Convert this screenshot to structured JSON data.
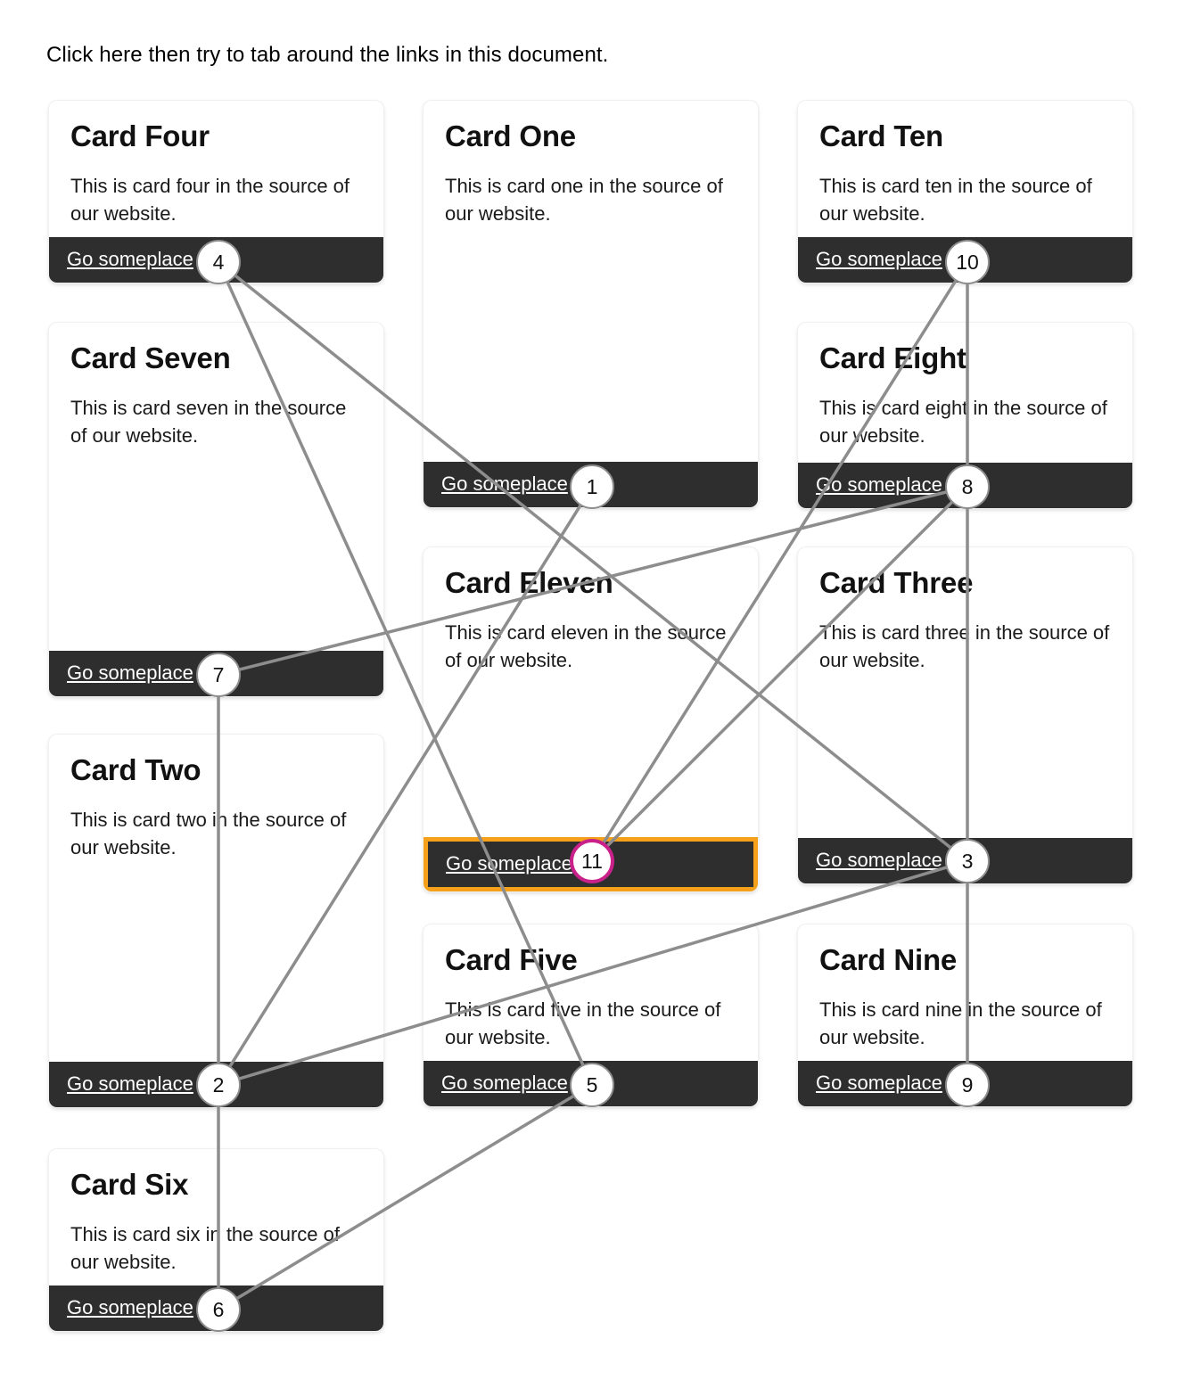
{
  "page": {
    "intro": "Click here then try to tab around the links in this document.",
    "link_label": "Go someplace",
    "accent_focus_outline": "#F5A01B",
    "accent_current_dot": "#C9208A",
    "line_color": "#8d8d8d",
    "link_bar_color": "#2e2e2e"
  },
  "cards": [
    {
      "id": "four",
      "title": "Card Four",
      "body": "This is card four in the source of our website.",
      "link": "Go someplace",
      "tab": "4",
      "focused": false
    },
    {
      "id": "seven",
      "title": "Card Seven",
      "body": "This is card seven in the source of our website.",
      "link": "Go someplace",
      "tab": "7",
      "focused": false
    },
    {
      "id": "two",
      "title": "Card Two",
      "body": "This is card two in the source of our website.",
      "link": "Go someplace",
      "tab": "2",
      "focused": false
    },
    {
      "id": "six",
      "title": "Card Six",
      "body": "This is card six in the source of our website.",
      "link": "Go someplace",
      "tab": "6",
      "focused": false
    },
    {
      "id": "one",
      "title": "Card One",
      "body": "This is card one in the source of our website.",
      "link": "Go someplace",
      "tab": "1",
      "focused": false
    },
    {
      "id": "eleven",
      "title": "Card Eleven",
      "body": "This is card eleven in the source of our website.",
      "link": "Go someplace",
      "tab": "11",
      "focused": true
    },
    {
      "id": "five",
      "title": "Card Five",
      "body": "This is card five in the source of our website.",
      "link": "Go someplace",
      "tab": "5",
      "focused": false
    },
    {
      "id": "ten",
      "title": "Card Ten",
      "body": "This is card ten in the source of our website.",
      "link": "Go someplace",
      "tab": "10",
      "focused": false
    },
    {
      "id": "eight",
      "title": "Card Eight",
      "body": "This is card eight in the source of our website.",
      "link": "Go someplace",
      "tab": "8",
      "focused": false
    },
    {
      "id": "three",
      "title": "Card Three",
      "body": "This is card three in the source of our website.",
      "link": "Go someplace",
      "tab": "3",
      "focused": false
    },
    {
      "id": "nine",
      "title": "Card Nine",
      "body": "This is card nine in the source of our website.",
      "link": "Go someplace",
      "tab": "9",
      "focused": false
    }
  ],
  "tab_order": [
    "1",
    "2",
    "3",
    "4",
    "5",
    "6",
    "7",
    "8",
    "9",
    "10",
    "11"
  ]
}
